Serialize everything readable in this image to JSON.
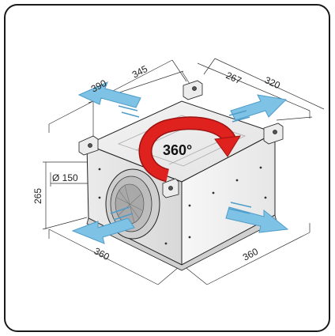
{
  "dimensions": {
    "top_left_outer": "390",
    "top_left_inner": "345",
    "top_right_inner": "267",
    "top_right_outer": "320",
    "height": "265",
    "diameter": "Ø 150",
    "bottom_left": "360",
    "bottom_right": "360"
  },
  "rotation_label": "360°",
  "colors": {
    "frame": "#1a1a1a",
    "arrow_blue": "#7ec3e6",
    "arrow_blue_edge": "#4f9cc9",
    "rotation_red": "#e0221f",
    "rotation_red_dark": "#9c1210",
    "line": "#222222"
  }
}
